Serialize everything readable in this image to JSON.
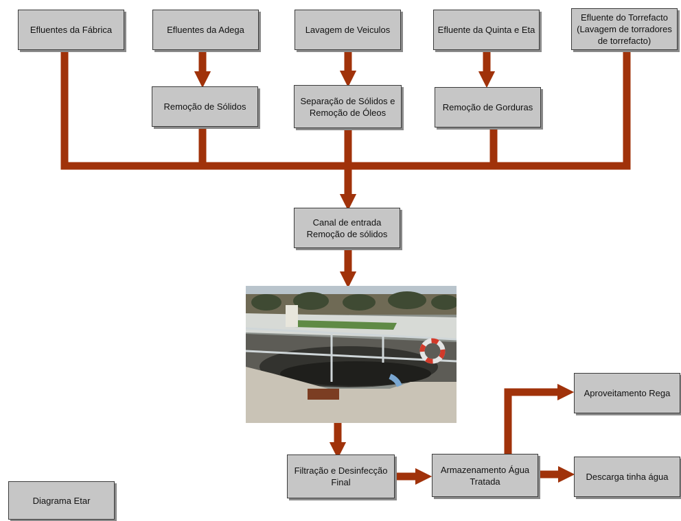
{
  "colors": {
    "connector": "#a0320a",
    "box_fill": "#c6c6c6",
    "box_border": "#3a3a3a"
  },
  "sources": {
    "fabrica": "Efluentes da Fábrica",
    "adega": "Efluentes da Adega",
    "veiculos": "Lavagem de Veiculos",
    "quinta": "Efluente da Quinta e Eta",
    "torrefacto": "Efluente do Torrefacto\n(Lavagem de torradores\nde torrefacto)"
  },
  "pretreatment": {
    "adega": "Remoção de Sólidos",
    "veiculos": "Separação de Sólidos e\nRemoção de Óleos",
    "quinta": "Remoção de Gorduras"
  },
  "inlet": "Canal de entrada\nRemoção de sólidos",
  "filtration": "Filtração e Desinfecção\nFinal",
  "storage": "Armazenamento Água\nTratada",
  "outputs": {
    "irrigation": "Aproveitamento Rega",
    "discharge": "Descarga tinha água"
  },
  "caption": "Diagrama Etar",
  "photo": {
    "subject": "tank-photo"
  }
}
